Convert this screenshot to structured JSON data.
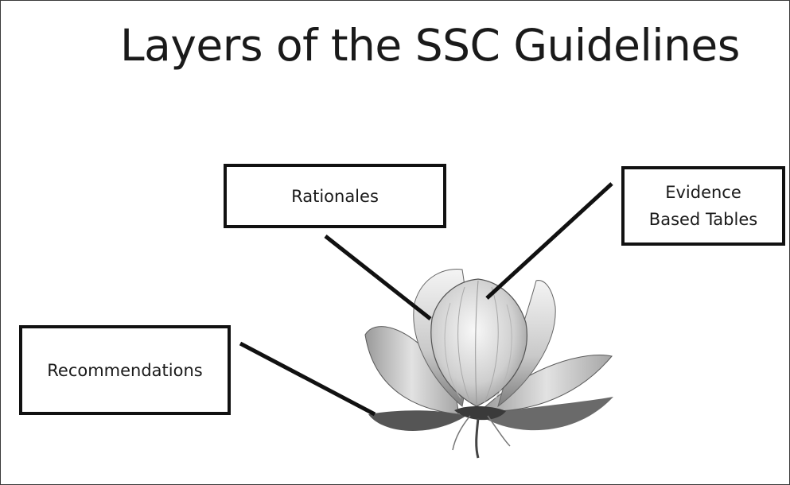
{
  "slide": {
    "title": "Layers of the SSC Guidelines",
    "boxes": {
      "rationales": "Rationales",
      "evidence": "Evidence\nBased Tables",
      "recommendations": "Recommendations"
    }
  },
  "colors": {
    "line": "#111111",
    "border": "#3a3a3a",
    "text": "#1a1a1a"
  },
  "image": {
    "subject": "lotus-flower-icon"
  }
}
